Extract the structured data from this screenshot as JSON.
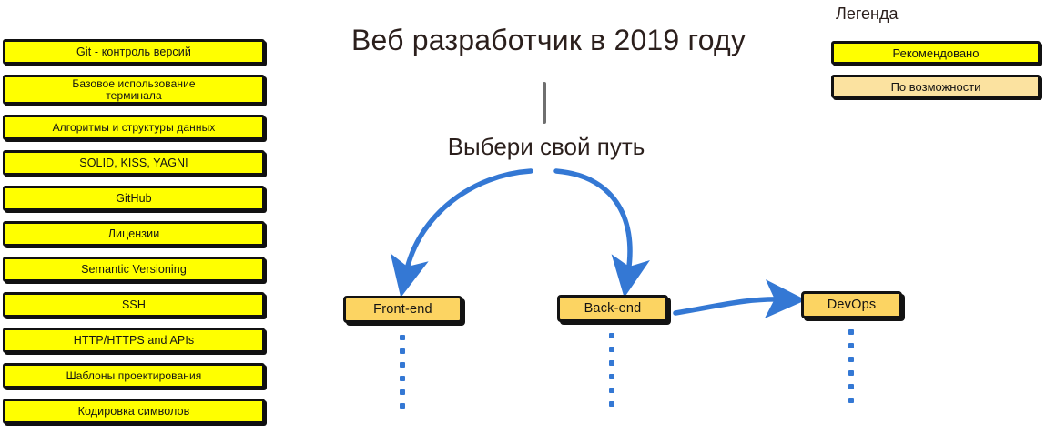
{
  "title": "Веб разработчик в 2019 году",
  "subtitle": "Выбери свой путь",
  "colors": {
    "recommended_fill": "#FFFF00",
    "optional_fill": "#FBE2A0",
    "path_fill": "#FCD462",
    "arrow_blue": "#3478D4",
    "stem_gray": "#6F6F6F",
    "text_dark": "#2B1F1C",
    "border_black": "#111111"
  },
  "checklist": {
    "items": [
      {
        "label": "Git - контроль версий",
        "two_line": false,
        "size": "normal"
      },
      {
        "label": "Базовое использование\nтерминала",
        "two_line": true,
        "size": "small"
      },
      {
        "label": "Алгоритмы и структуры данных",
        "two_line": false,
        "size": "small"
      },
      {
        "label": "SOLID, KISS, YAGNI",
        "two_line": false,
        "size": "normal"
      },
      {
        "label": "GitHub",
        "two_line": false,
        "size": "normal"
      },
      {
        "label": "Лицензии",
        "two_line": false,
        "size": "normal"
      },
      {
        "label": "Semantic Versioning",
        "two_line": false,
        "size": "normal"
      },
      {
        "label": "SSH",
        "two_line": false,
        "size": "normal"
      },
      {
        "label": "HTTP/HTTPS and APIs",
        "two_line": false,
        "size": "normal"
      },
      {
        "label": "Шаблоны проектирования",
        "two_line": false,
        "size": "normal"
      },
      {
        "label": "Кодировка символов",
        "two_line": false,
        "size": "normal"
      }
    ]
  },
  "paths": {
    "front": {
      "label": "Front-end",
      "dots": 6
    },
    "back": {
      "label": "Back-end",
      "dots": 6
    },
    "devops": {
      "label": "DevOps",
      "dots": 6
    }
  },
  "legend": {
    "title": "Легенда",
    "items": [
      {
        "label": "Рекомендовано",
        "fill": "#FFFF00"
      },
      {
        "label": "По возможности",
        "fill": "#FBE2A0"
      }
    ]
  }
}
